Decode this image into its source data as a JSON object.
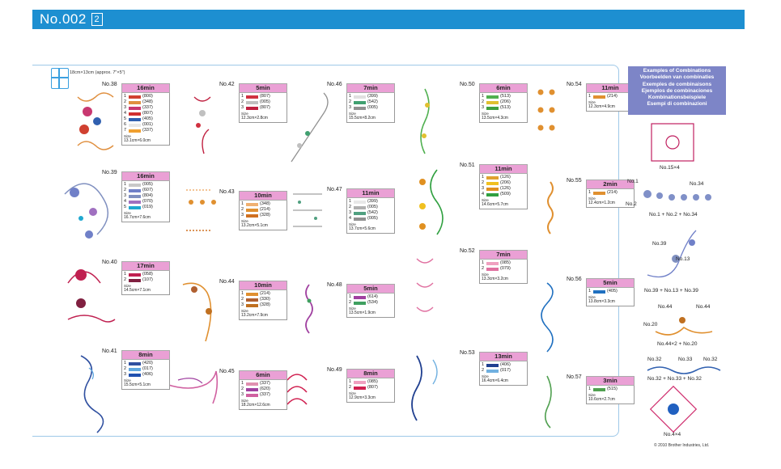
{
  "header": {
    "title": "No.002",
    "badge": "2"
  },
  "hoop": {
    "size_text": "18cm×13cm (approx. 7\"×5\")"
  },
  "cards": [
    {
      "num": "No.38",
      "time": "16min",
      "colors": [
        [
          "1",
          "800",
          "#d04030"
        ],
        [
          "2",
          "348",
          "#e09040"
        ],
        [
          "3",
          "337",
          "#c83870"
        ],
        [
          "4",
          "807",
          "#d03030"
        ],
        [
          "5",
          "405",
          "#3060b0"
        ],
        [
          "6",
          "001",
          "#e8e8e8"
        ],
        [
          "7",
          "337",
          "#f0a030"
        ]
      ],
      "size_label": "Size",
      "size": "13.1cm×6.0cm"
    },
    {
      "num": "No.39",
      "time": "16min",
      "colors": [
        [
          "1",
          "005",
          "#c8c8c8"
        ],
        [
          "2",
          "607",
          "#7080c8"
        ],
        [
          "3",
          "804",
          "#8090c0"
        ],
        [
          "4",
          "070",
          "#a070c0"
        ],
        [
          "5",
          "019",
          "#20a8d0"
        ]
      ],
      "size_label": "Size",
      "size": "16.7cm×7.6cm"
    },
    {
      "num": "No.40",
      "time": "17min",
      "colors": [
        [
          "1",
          "058",
          "#c02050"
        ],
        [
          "2",
          "107",
          "#802040"
        ]
      ],
      "size_label": "Size",
      "size": "14.5cm×7.1cm"
    },
    {
      "num": "No.41",
      "time": "8min",
      "colors": [
        [
          "1",
          "420",
          "#3050a0"
        ],
        [
          "2",
          "017",
          "#60a8e0"
        ],
        [
          "3",
          "406",
          "#2050b0"
        ]
      ],
      "size_label": "Size",
      "size": "15.5cm×5.1cm"
    },
    {
      "num": "No.42",
      "time": "5min",
      "colors": [
        [
          "1",
          "807",
          "#d03040"
        ],
        [
          "2",
          "005",
          "#c0c0c0"
        ],
        [
          "3",
          "807",
          "#c02040"
        ]
      ],
      "size_label": "Size",
      "size": "12.3cm×2.8cm"
    },
    {
      "num": "No.43",
      "time": "10min",
      "colors": [
        [
          "1",
          "348",
          "#f0b070"
        ],
        [
          "2",
          "214",
          "#e09030"
        ],
        [
          "3",
          "328",
          "#d07020"
        ]
      ],
      "size_label": "Size",
      "size": "13.2cm×5.1cm"
    },
    {
      "num": "No.44",
      "time": "10min",
      "colors": [
        [
          "1",
          "214",
          "#e09030"
        ],
        [
          "2",
          "330",
          "#b06030"
        ],
        [
          "3",
          "328",
          "#c07020"
        ]
      ],
      "size_label": "Size",
      "size": "13.2cm×7.9cm"
    },
    {
      "num": "No.45",
      "time": "6min",
      "colors": [
        [
          "1",
          "337",
          "#e090b0"
        ],
        [
          "2",
          "620",
          "#a040a0"
        ],
        [
          "3",
          "337",
          "#d060a0"
        ]
      ],
      "size_label": "Size",
      "size": "18.2cm×12.6cm"
    },
    {
      "num": "No.46",
      "time": "7min",
      "colors": [
        [
          "1",
          "399",
          "#e0e0e0"
        ],
        [
          "2",
          "542",
          "#40a070"
        ],
        [
          "3",
          "005",
          "#909090"
        ]
      ],
      "size_label": "Size",
      "size": "15.5cm×8.2cm"
    },
    {
      "num": "No.47",
      "time": "11min",
      "colors": [
        [
          "1",
          "399",
          "#e8e8e8"
        ],
        [
          "2",
          "005",
          "#b0b0b0"
        ],
        [
          "3",
          "542",
          "#50a080"
        ],
        [
          "4",
          "005",
          "#909090"
        ]
      ],
      "size_label": "Size",
      "size": "13.7cm×5.6cm"
    },
    {
      "num": "No.48",
      "time": "5min",
      "colors": [
        [
          "1",
          "614",
          "#a040a0"
        ],
        [
          "2",
          "534",
          "#40a060"
        ]
      ],
      "size_label": "Size",
      "size": "13.5cm×1.9cm"
    },
    {
      "num": "No.49",
      "time": "8min",
      "colors": [
        [
          "1",
          "085",
          "#f0a0c0"
        ],
        [
          "2",
          "807",
          "#d02050"
        ]
      ],
      "size_label": "Size",
      "size": "12.9cm×3.3cm"
    },
    {
      "num": "No.50",
      "time": "6min",
      "colors": [
        [
          "1",
          "513",
          "#50b050"
        ],
        [
          "2",
          "206",
          "#e0c030"
        ],
        [
          "3",
          "513",
          "#40a040"
        ]
      ],
      "size_label": "Size",
      "size": "13.5cm×4.3cm"
    },
    {
      "num": "No.51",
      "time": "11min",
      "colors": [
        [
          "1",
          "126",
          "#e0a030"
        ],
        [
          "2",
          "206",
          "#f0c020"
        ],
        [
          "3",
          "126",
          "#e09020"
        ],
        [
          "4",
          "509",
          "#30a040"
        ]
      ],
      "size_label": "Size",
      "size": "14.6cm×5.7cm"
    },
    {
      "num": "No.52",
      "time": "7min",
      "colors": [
        [
          "1",
          "085",
          "#f0a0c0"
        ],
        [
          "2",
          "079",
          "#e070a0"
        ]
      ],
      "size_label": "Size",
      "size": "13.3cm×3.2cm"
    },
    {
      "num": "No.53",
      "time": "13min",
      "colors": [
        [
          "1",
          "406",
          "#204090"
        ],
        [
          "2",
          "017",
          "#70b0e0"
        ]
      ],
      "size_label": "Size",
      "size": "16.4cm×6.4cm"
    },
    {
      "num": "No.54",
      "time": "11min",
      "colors": [
        [
          "1",
          "214",
          "#e09030"
        ]
      ],
      "size_label": "Size",
      "size": "12.3cm×4.9cm"
    },
    {
      "num": "No.55",
      "time": "2min",
      "colors": [
        [
          "1",
          "214",
          "#e09030"
        ]
      ],
      "size_label": "Size",
      "size": "12.4cm×1.2cm"
    },
    {
      "num": "No.56",
      "time": "5min",
      "colors": [
        [
          "1",
          "405",
          "#2070c0"
        ]
      ],
      "size_label": "Size",
      "size": "13.8cm×3.3cm"
    },
    {
      "num": "No.57",
      "time": "3min",
      "colors": [
        [
          "1",
          "515",
          "#50a050"
        ]
      ],
      "size_label": "Size",
      "size": "10.6cm×2.7cm"
    }
  ],
  "combinations": {
    "titles": [
      "Examples of Combinations",
      "Voorbeelden van combinaties",
      "Exemples de combinaisons",
      "Ejemplos de combinaciones",
      "Kombinationsbeispiele",
      "Esempi di combinazioni"
    ],
    "captions": {
      "c1": "No.15×4",
      "c2a": "No.1",
      "c2b": "No.34",
      "c2c": "No.2",
      "c2d": "No.1 + No.2 + No.34",
      "c3a": "No.39",
      "c3b": "No.13",
      "c3c": "No.39 + No.13 + No.39",
      "c4a": "No.44",
      "c4b": "No.44",
      "c4c": "No.20",
      "c4d": "No.44×2 + No.20",
      "c5a": "No.32",
      "c5b": "No.33",
      "c5c": "No.32",
      "c5d": "No.32 + No.33 + No.32",
      "c6": "No.4×4"
    }
  },
  "copyright": "© 2010 Brother Industries, Ltd."
}
